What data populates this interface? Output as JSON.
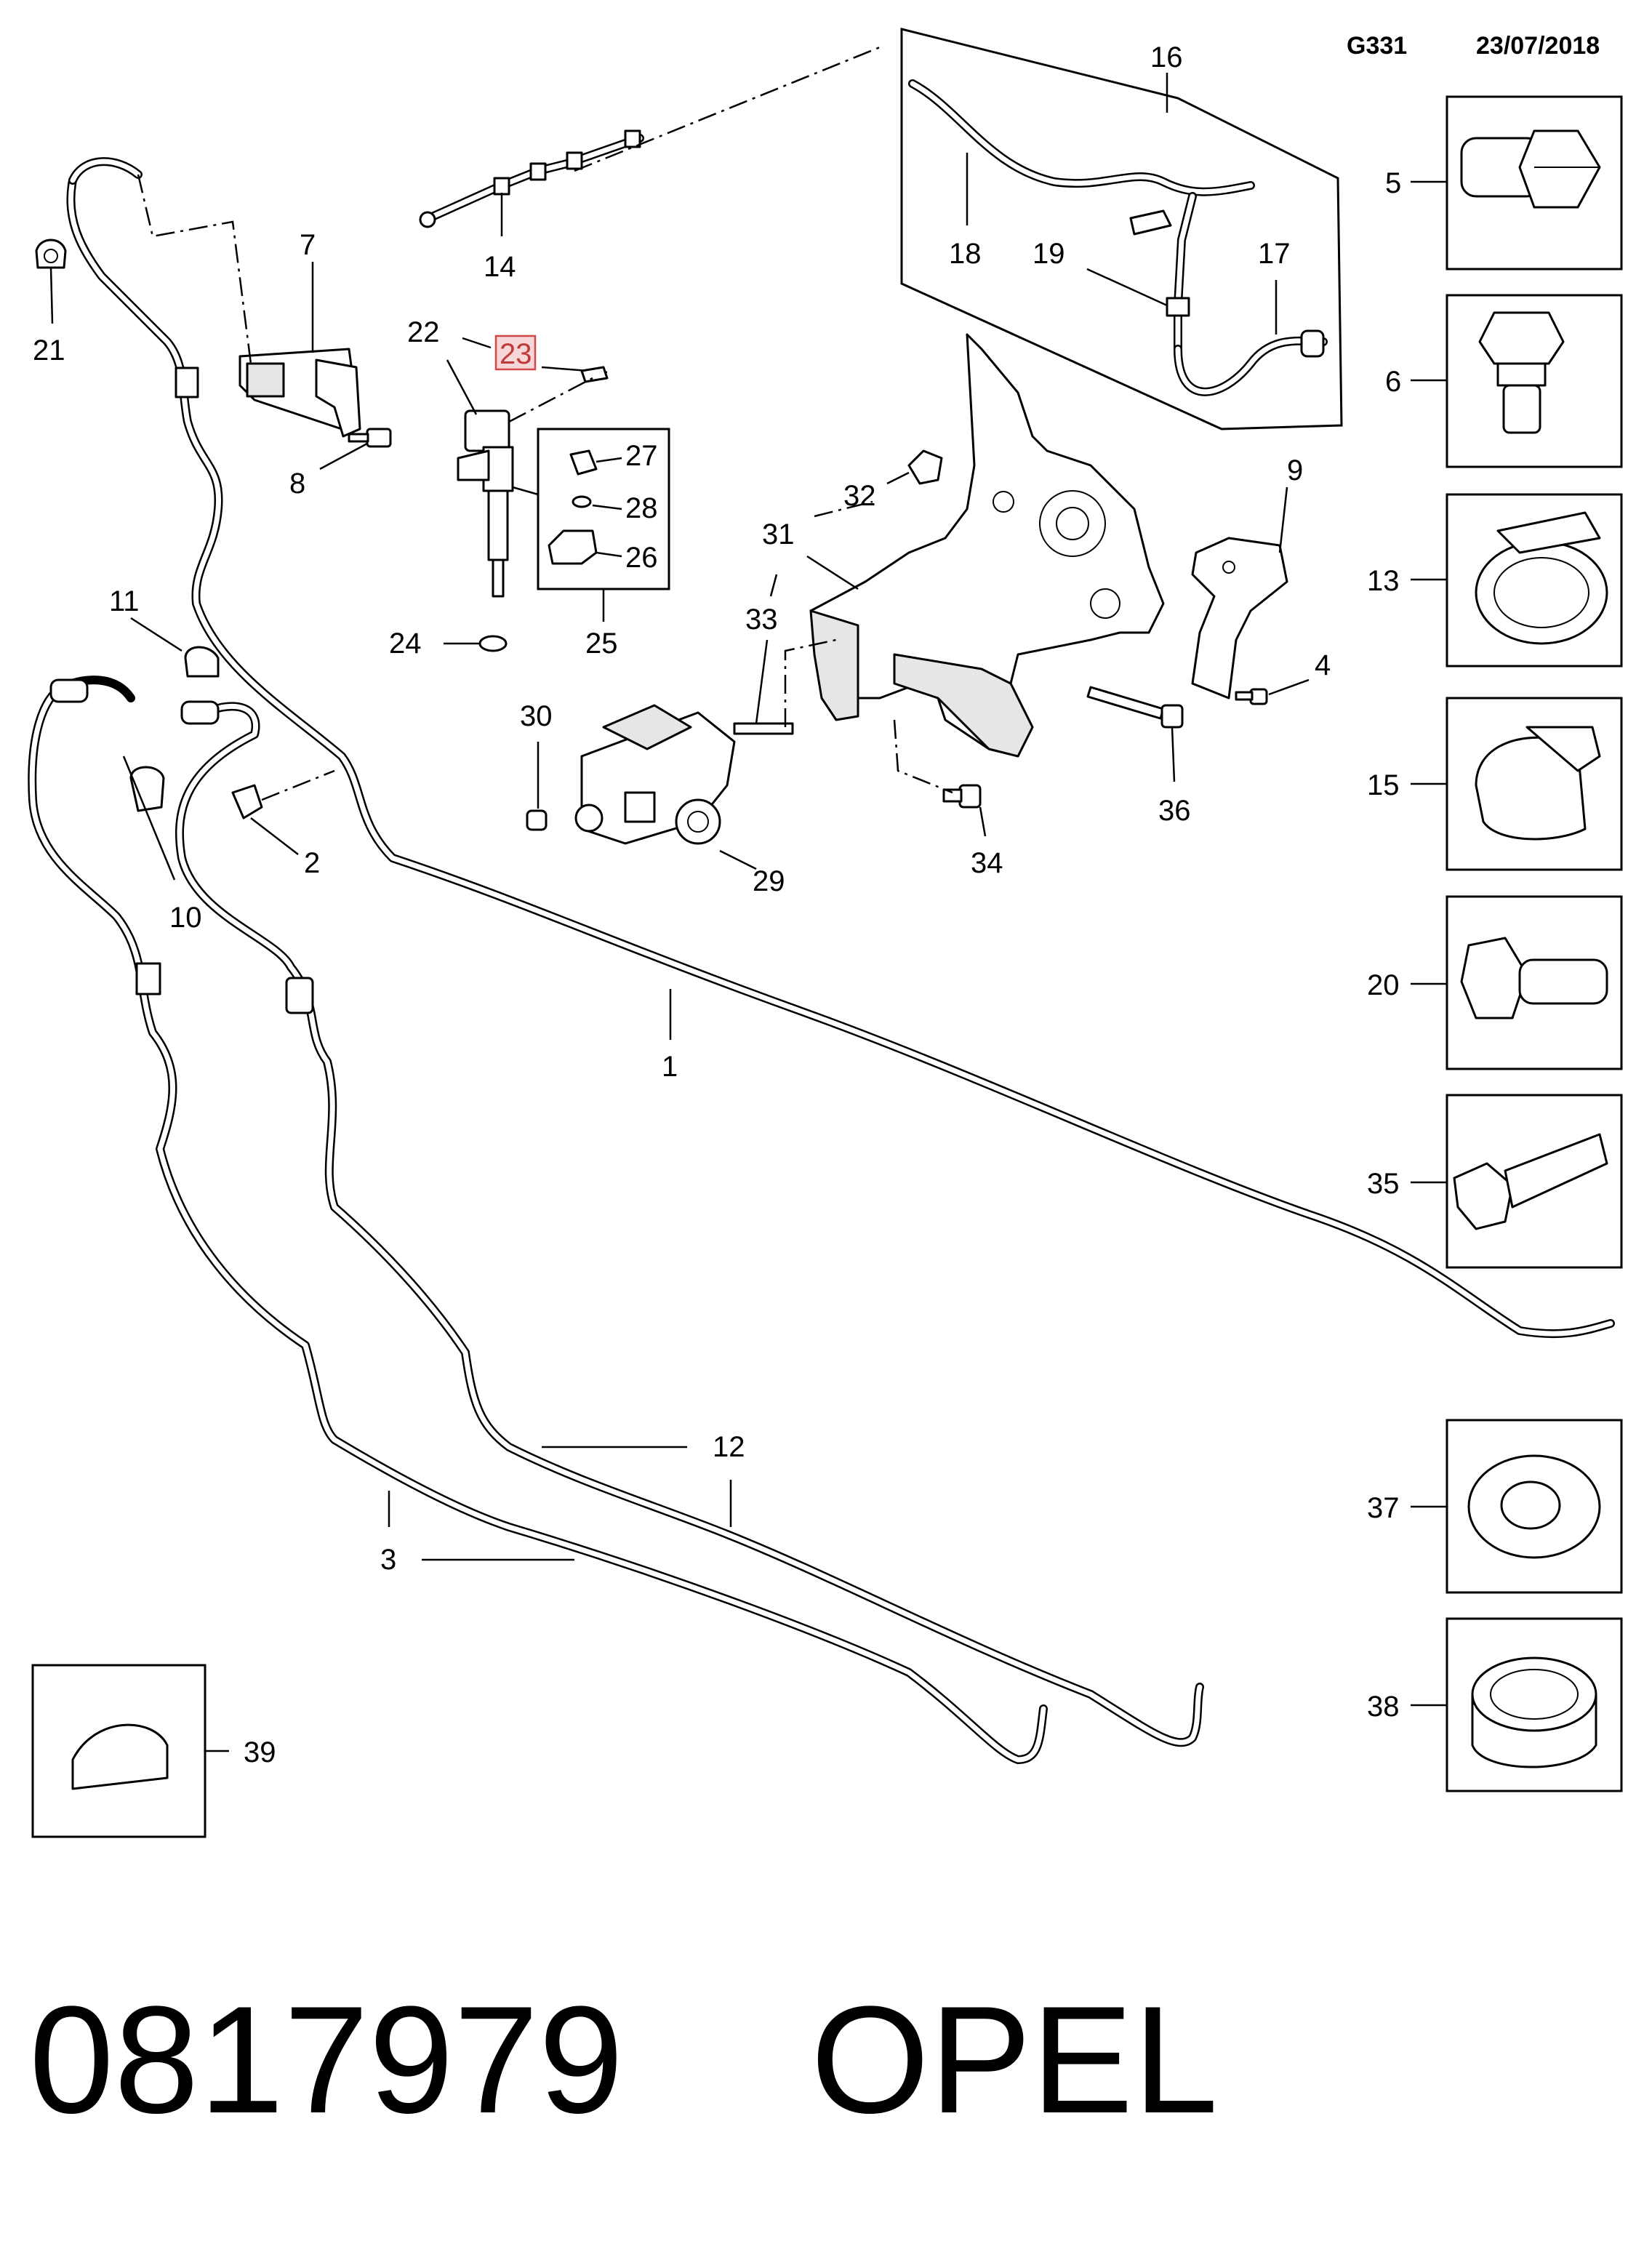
{
  "header": {
    "code": "G331",
    "date": "23/07/2018"
  },
  "footer": {
    "part_number": "0817979",
    "brand": "OPEL"
  },
  "highlighted_callout": "23",
  "callouts": {
    "c1": "1",
    "c2": "2",
    "c3": "3",
    "c4": "4",
    "c5": "5",
    "c6": "6",
    "c7": "7",
    "c8": "8",
    "c9": "9",
    "c10": "10",
    "c11": "11",
    "c12": "12",
    "c13": "13",
    "c14": "14",
    "c15": "15",
    "c16": "16",
    "c17": "17",
    "c18": "18",
    "c19": "19",
    "c20": "20",
    "c21": "21",
    "c22": "22",
    "c23": "23",
    "c24": "24",
    "c25": "25",
    "c26": "26",
    "c27": "27",
    "c28": "28",
    "c29": "29",
    "c30": "30",
    "c31": "31",
    "c32": "32",
    "c33": "33",
    "c34": "34",
    "c35": "35",
    "c36": "36",
    "c37": "37",
    "c38": "38",
    "c39": "39"
  },
  "icons": {
    "p5": "flange-bolt-icon",
    "p6": "hex-stud-icon",
    "p13": "hose-clamp-icon",
    "p15": "spring-clip-icon",
    "p20": "short-bolt-icon",
    "p35": "long-bolt-icon",
    "p37": "washer-icon",
    "p38": "sleeve-icon",
    "p39": "woodruff-key-icon"
  },
  "colors": {
    "line": "#000000",
    "highlight": "#d04848"
  }
}
